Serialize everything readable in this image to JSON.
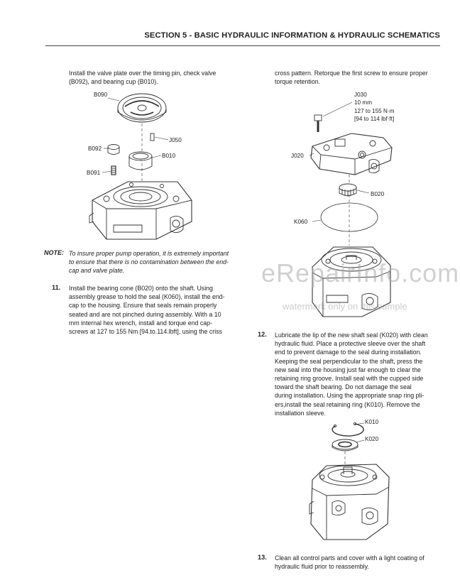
{
  "header": {
    "title": "SECTION 5 - BASIC HYDRAULIC INFORMATION & HYDRAULIC SCHEMATICS"
  },
  "left": {
    "intro_lines": [
      "Install the valve plate over the timing pin, check valve",
      "(B092), and bearing cup (B010)."
    ],
    "fig1_labels": {
      "b090": "B090",
      "j050": "J050",
      "b092": "B092",
      "b010": "B010",
      "b091": "B091"
    },
    "note": {
      "label": "NOTE:",
      "lines": [
        "To insure proper pump operation, it is extremely important",
        "to ensure that there is no contamination between the end-",
        "cap and valve plate."
      ]
    },
    "step11": {
      "number": "11.",
      "lines": [
        "Install the bearing cone (B020) onto the shaft. Using",
        "assembly grease to hold the seal (K060), install the end-",
        "cap to the housing. Ensure that seals remain properly",
        "seated and are not pinched during assembly. With a 10",
        "mm internal hex wrench, install and torque end cap-",
        "screws at 127 to 155 Nm [94.to.114.lbft], using the criss"
      ]
    }
  },
  "right": {
    "cont_lines": [
      "cross pattern. Retorque the first screw to ensure proper",
      "torque retention."
    ],
    "fig2_labels": {
      "j030": "J030",
      "j030_spec": [
        "10 mm",
        "127 to 155 N·m",
        "[94 to 114 lbf·ft]"
      ],
      "j020": "J020",
      "b020": "B020",
      "k060": "K060"
    },
    "watermark": {
      "brand": "eRepairInfo.com",
      "note": "watermark only on this sample"
    },
    "step12": {
      "number": "12.",
      "lines": [
        "Lubricate the lip of the new shaft seal (K020) with clean",
        "hydraulic fluid. Place a protective sleeve over the shaft",
        "end to prevent damage to the seal during installation.",
        "Keeping the seal perpendicular to the shaft, press the",
        "new seal into the housing just far enough to clear the",
        "retaining ring groove. Install seal with the cupped side",
        "toward the shaft bearing. Do not damage the seal",
        "during installation. Using the appropriate snap ring pli-",
        "ers,install the seal retaining ring (K010). Remove the",
        "installation sleeve."
      ]
    },
    "fig3_labels": {
      "k010": "K010",
      "k020": "K020"
    },
    "step13": {
      "number": "13.",
      "lines": [
        "Clean all control parts and cover with a light coating of",
        "hydraulic fluid prior to reassembly."
      ]
    }
  }
}
